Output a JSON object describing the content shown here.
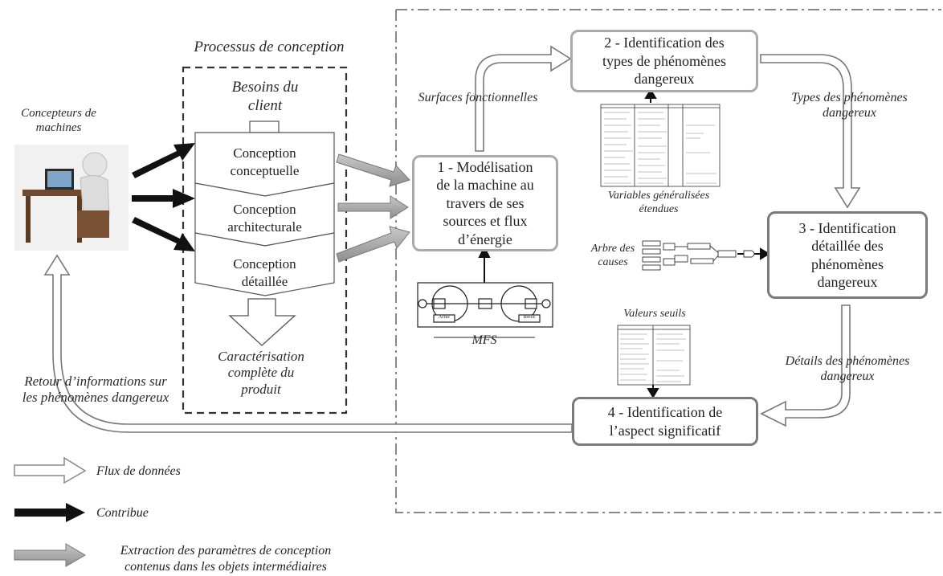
{
  "designers": {
    "label": "Concepteurs de\nmachines"
  },
  "process": {
    "title": "Processus de conception",
    "client_needs": "Besoins du\nclient",
    "stages": [
      "Conception\nconceptuelle",
      "Conception\narchitecturale",
      "Conception\ndétaillée"
    ],
    "result": "Caractérisation\ncomplète du\nproduit"
  },
  "feedback_label": "Retour d’informations sur\nles phénomènes dangereux",
  "steps": {
    "s1": "1 - Modélisation\nde la machine au\ntravers de ses\nsources et flux\nd’énergie",
    "s2": "2 - Identification des\ntypes de phénomènes\ndangereux",
    "s3": "3 - Identification\ndétaillée des\nphénomènes\ndangereux",
    "s4": "4 - Identification de\nl’aspect significatif"
  },
  "flow_labels": {
    "surfaces": "Surfaces fonctionnelles",
    "types": "Types des phénomènes\ndangereux",
    "details": "Détails des phénomènes\ndangereux"
  },
  "artifacts": {
    "variables": "Variables généralisées\nétendues",
    "tree": "Arbre des\ncauses",
    "thresholds": "Valeurs seuils",
    "mfs": "MFS",
    "mfs_left": "Actuc",
    "mfs_right": "Reeiic"
  },
  "legend": {
    "data_flow": "Flux de données",
    "contributes": "Contribue",
    "extraction": "Extraction des paramètres de conception\ncontenus dans les objets intermédiaires"
  },
  "colors": {
    "box_border": "#999999",
    "gray_arrow": "#a6a6a6",
    "black_arrow": "#111111"
  }
}
